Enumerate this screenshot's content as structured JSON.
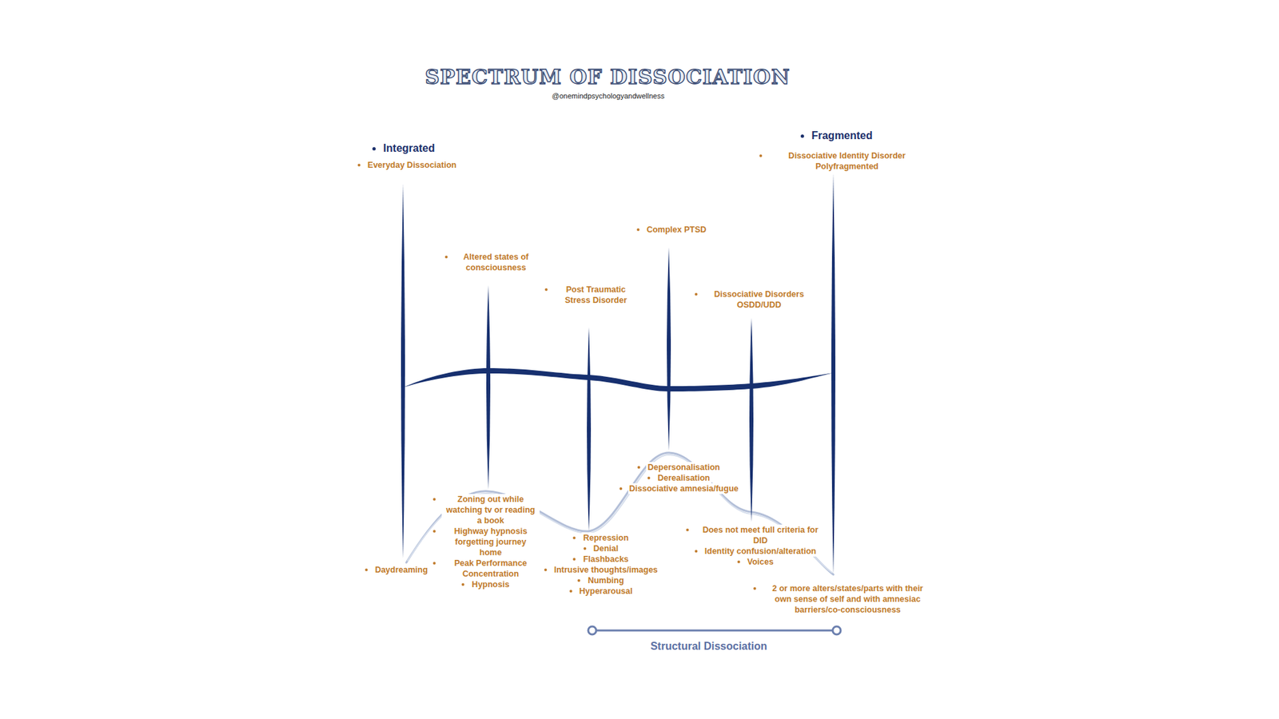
{
  "diagram": {
    "title": "SPECTRUM OF DISSOCIATION",
    "labels": [
      "@onemindpsychologyandwellness",
      "Integrated",
      "Everyday Dissociation",
      "Fragmented",
      "Dissociative Identity Disorder Polyfragmented",
      "Complex PTSD",
      "Altered states of consciousness",
      "Post Traumatic Stress Disorder",
      "Dissociative Disorders OSDD/UDD",
      "Depersonalisation",
      "Derealisation",
      "Dissociative amnesia/fugue",
      "Zoning out while watching tv or reading a book",
      "Highway hypnosis forgetting journey home",
      "Peak Performance Concentration",
      "Hypnosis",
      "Daydreaming",
      "Repression",
      "Denial",
      "Flashbacks",
      "Intrusive thoughts/images",
      "Numbing",
      "Hyperarousal",
      "Does not meet full criteria for DID",
      "Identity confusion/alteration",
      "Voices",
      "2 or more alters/states/parts with their own sense of self and with amnesiac barriers/co-consciousness",
      "Structural Dissociation"
    ]
  }
}
